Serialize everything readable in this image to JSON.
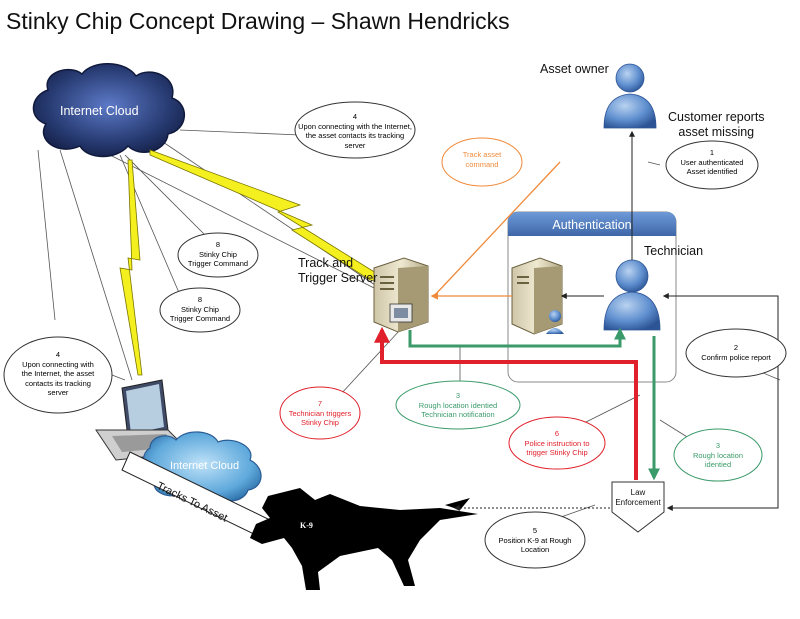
{
  "title": "Stinky Chip Concept Drawing – Shawn Hendricks",
  "labels": {
    "asset_owner": "Asset owner",
    "customer_reports": [
      "Customer reports",
      "asset missing"
    ],
    "internet_cloud": "Internet Cloud",
    "internet_cloud_small": "Internet Cloud",
    "authentication": "Authentication",
    "technician": "Technician",
    "track_trigger_server": [
      "Track and",
      "Trigger Server"
    ],
    "law_enforcement": [
      "Law",
      "Enforcement"
    ],
    "k9": "K-9",
    "tracks_to_asset": "Tracks To Asset"
  },
  "notes": {
    "user_auth": {
      "num": "1",
      "lines": [
        "User authenticated",
        "Asset identified"
      ]
    },
    "confirm_police": {
      "num": "2",
      "lines": [
        "Confirm police report"
      ]
    },
    "rough_tech": {
      "num": "3",
      "lines": [
        "Rough location identied",
        "Technician notification"
      ]
    },
    "rough_law": {
      "num": "3",
      "lines": [
        "Rough location",
        "identied"
      ]
    },
    "connect_top": {
      "num": "4",
      "lines": [
        "Upon connecting with the Internet,",
        "the asset contacts its tracking",
        "server"
      ]
    },
    "connect_left": {
      "num": "4",
      "lines": [
        "Upon connecting with",
        "the Internet, the asset",
        "contacts its tracking",
        "server"
      ]
    },
    "position_k9": {
      "num": "5",
      "lines": [
        "Position K-9 at Rough",
        "Location"
      ]
    },
    "police_instruction": {
      "num": "6",
      "lines": [
        "Police instruction to",
        "trigger Stinky Chip"
      ]
    },
    "tech_triggers": {
      "num": "7",
      "lines": [
        "Technician triggers",
        "Stinky Chip"
      ]
    },
    "trigger_cmd_a": {
      "num": "8",
      "lines": [
        "Stinky Chip",
        "Trigger Command"
      ]
    },
    "trigger_cmd_b": {
      "num": "8",
      "lines": [
        "Stinky Chip",
        "Trigger Command"
      ]
    },
    "track_cmd": {
      "num": "",
      "lines": [
        "Track asset",
        "command"
      ]
    }
  },
  "colors": {
    "red": "#e0202a",
    "green": "#3a9a6a",
    "orange": "#f08a3a",
    "person_blue": "#4f7fc0",
    "cloud_navy": "#20306a",
    "auth_header": "#4a78c0",
    "lightning": "#f4f020"
  }
}
